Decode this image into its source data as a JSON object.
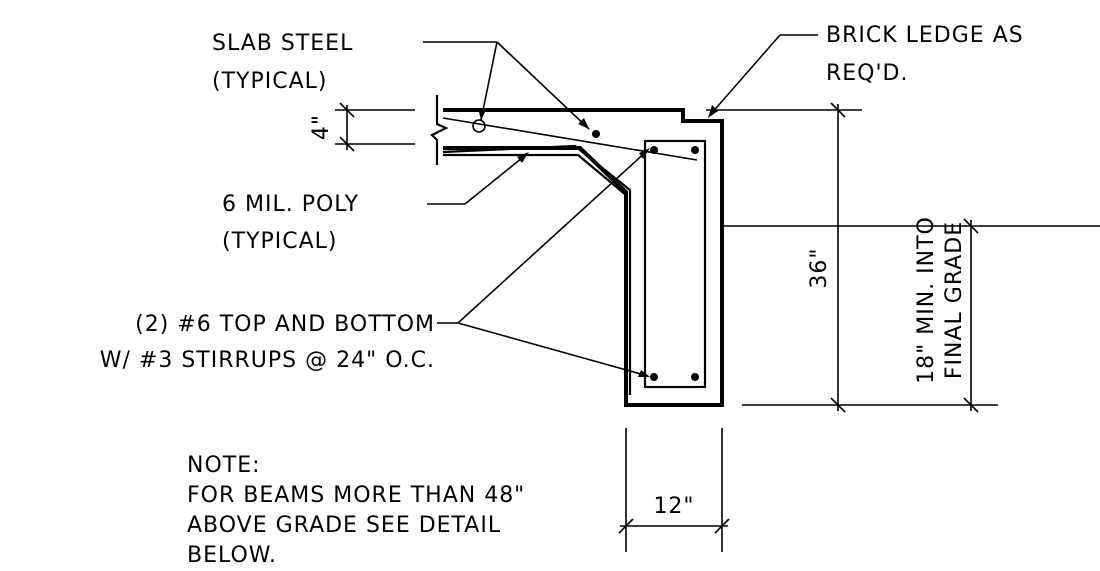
{
  "labels": {
    "slab_steel": "SLAB STEEL",
    "slab_steel_typ": "(TYPICAL)",
    "brick_ledge": "BRICK LEDGE AS",
    "brick_ledge_req": "REQ'D.",
    "poly": "6 MIL. POLY",
    "poly_typ": "(TYPICAL)",
    "rebar": "(2) #6 TOP AND BOTTOM",
    "stirrups": "W/ #3 STIRRUPS @ 24\" O.C.",
    "note_title": "NOTE:",
    "note_line1": "FOR BEAMS MORE THAN 48\"",
    "note_line2": "ABOVE GRADE SEE DETAIL",
    "note_line3": "BELOW."
  },
  "dimensions": {
    "slab_thickness": "4\"",
    "beam_depth": "36\"",
    "beam_width": "12\"",
    "embed_line1": "18\" MIN. INTO",
    "embed_line2": "FINAL GRADE"
  }
}
